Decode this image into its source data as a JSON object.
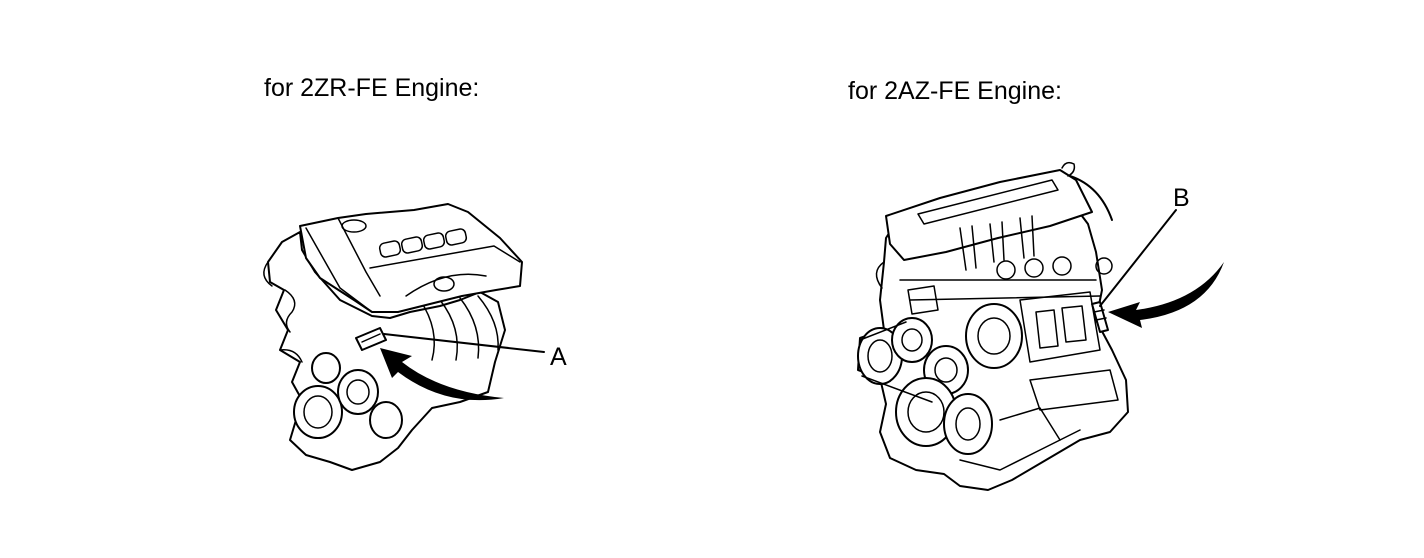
{
  "panels": [
    {
      "title": "for 2ZR-FE Engine:",
      "callout": "A"
    },
    {
      "title": "for 2AZ-FE Engine:",
      "callout": "B"
    }
  ],
  "colors": {
    "line": "#000000",
    "background": "#ffffff"
  }
}
